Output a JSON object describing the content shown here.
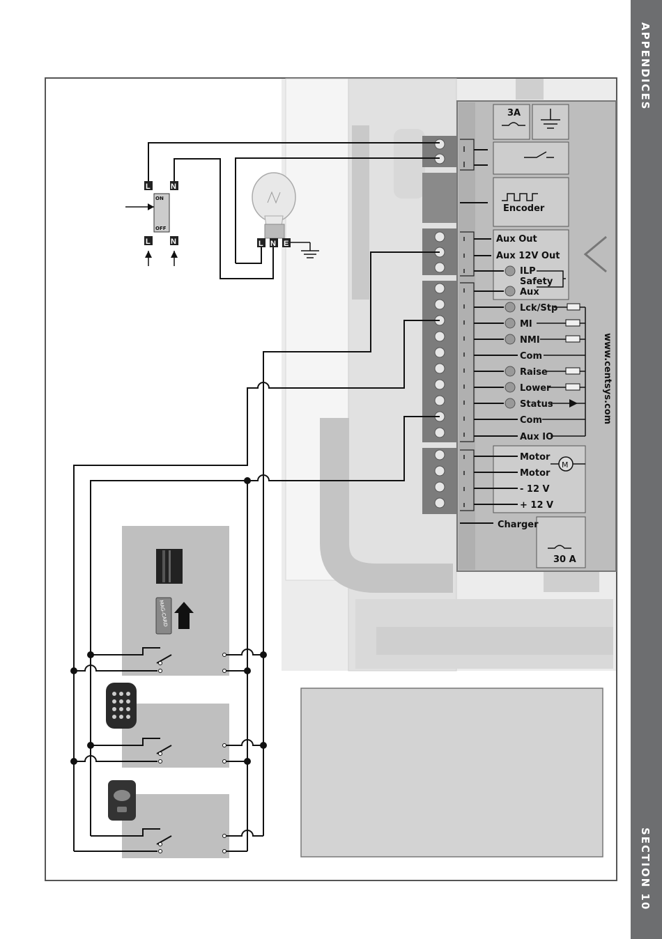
{
  "header": {
    "section_left": "APPENDICES",
    "section_right": "SECTION 10"
  },
  "switch": {
    "top_l": "L",
    "top_n": "N",
    "on": "ON",
    "off": "OFF",
    "bottom_l": "L",
    "bottom_n": "N"
  },
  "lamp": {
    "l": "L",
    "n": "N",
    "e": "E"
  },
  "controller": {
    "fuse_top": "3A",
    "encoder": "Encoder",
    "website": "www.centsys.com",
    "fuse_bottom": "30 A",
    "charger": "Charger",
    "terminals": [
      "Aux Out",
      "Aux 12V Out",
      "ILP",
      "Safety",
      "Aux",
      "Lck/Stp",
      "MI",
      "NMI",
      "Com",
      "Raise",
      "Lower",
      "Status",
      "Com",
      "Aux IO",
      "Motor",
      "Motor",
      "- 12 V",
      "+ 12 V"
    ]
  },
  "devices": {
    "magcard": "MAG-CARD"
  },
  "icons": [
    "light-bulb-icon",
    "earth-icon",
    "motor-icon",
    "keypad-icon",
    "remote-icon",
    "card-reader-icon",
    "fuse-icon",
    "led-icon"
  ]
}
